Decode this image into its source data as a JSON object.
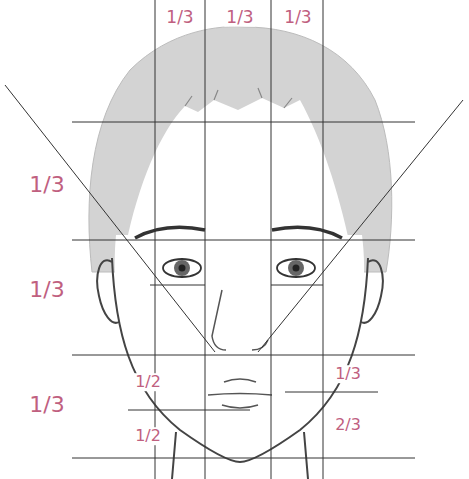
{
  "diagram": {
    "labels": [
      "1/3",
      "1/3",
      "1/3",
      "1/3",
      "1/3",
      "1/3",
      "1/2",
      "1/3",
      "2/3",
      "1/2"
    ]
  }
}
